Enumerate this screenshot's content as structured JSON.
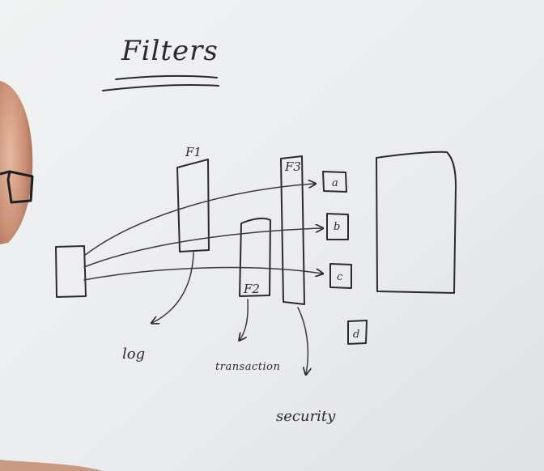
{
  "title": "Filters",
  "filters": {
    "f1": "F1",
    "f2": "F2",
    "f3": "F3"
  },
  "targets": {
    "a": "a",
    "b": "b",
    "c": "c",
    "d": "d"
  },
  "notes": {
    "log": "log",
    "transaction": "transaction",
    "security": "security"
  }
}
